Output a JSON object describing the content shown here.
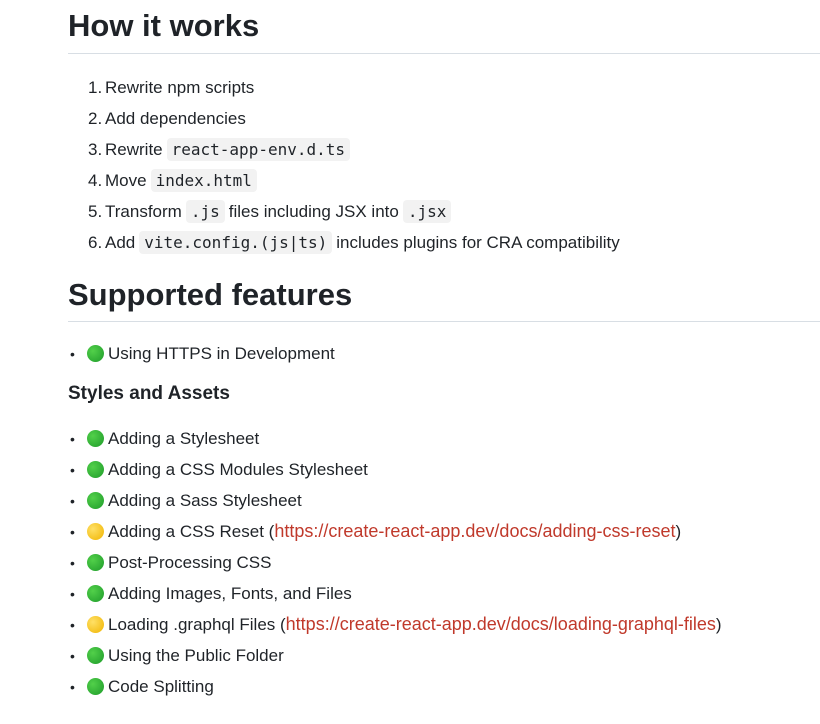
{
  "section_how": {
    "title": "How it works",
    "steps": [
      {
        "num": "1.",
        "parts": [
          {
            "t": "text",
            "v": "Rewrite npm scripts"
          }
        ]
      },
      {
        "num": "2.",
        "parts": [
          {
            "t": "text",
            "v": "Add dependencies"
          }
        ]
      },
      {
        "num": "3.",
        "parts": [
          {
            "t": "text",
            "v": "Rewrite"
          },
          {
            "t": "code",
            "v": "react-app-env.d.ts"
          }
        ]
      },
      {
        "num": "4.",
        "parts": [
          {
            "t": "text",
            "v": "Move"
          },
          {
            "t": "code",
            "v": "index.html"
          }
        ]
      },
      {
        "num": "5.",
        "parts": [
          {
            "t": "text",
            "v": "Transform"
          },
          {
            "t": "code",
            "v": ".js"
          },
          {
            "t": "text",
            "v": "files including JSX into"
          },
          {
            "t": "code",
            "v": ".jsx"
          }
        ]
      },
      {
        "num": "6.",
        "parts": [
          {
            "t": "text",
            "v": "Add"
          },
          {
            "t": "code",
            "v": "vite.config.(js|ts)"
          },
          {
            "t": "text",
            "v": "includes plugins for CRA compatibility"
          }
        ]
      }
    ]
  },
  "section_supported": {
    "title": "Supported features",
    "top_items": [
      {
        "status": "green",
        "text": "Using HTTPS in Development"
      }
    ],
    "subsection_title": "Styles and Assets",
    "styles_items": [
      {
        "status": "green",
        "text": "Adding a Stylesheet"
      },
      {
        "status": "green",
        "text": "Adding a CSS Modules Stylesheet"
      },
      {
        "status": "green",
        "text": "Adding a Sass Stylesheet"
      },
      {
        "status": "yellow",
        "text": "Adding a CSS Reset (",
        "link": "https://create-react-app.dev/docs/adding-css-reset",
        "after": ")"
      },
      {
        "status": "green",
        "text": "Post-Processing CSS"
      },
      {
        "status": "green",
        "text": "Adding Images, Fonts, and Files"
      },
      {
        "status": "yellow",
        "text": "Loading .graphql Files (",
        "link": "https://create-react-app.dev/docs/loading-graphql-files",
        "after": ")"
      },
      {
        "status": "green",
        "text": "Using the Public Folder"
      },
      {
        "status": "green",
        "text": "Code Splitting"
      }
    ]
  },
  "colors": {
    "green": "#22a82e",
    "yellow": "#f5c518",
    "link": "#c0392b"
  }
}
